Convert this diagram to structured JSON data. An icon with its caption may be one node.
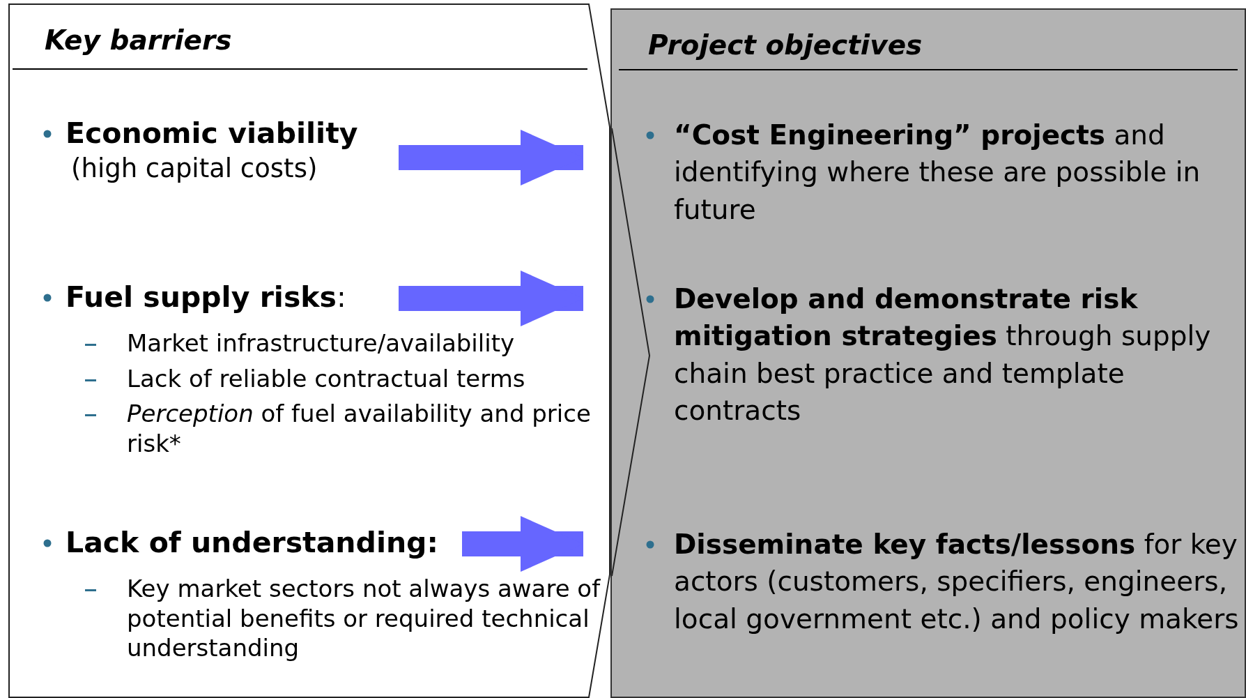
{
  "diagram": {
    "nodes": [
      {
        "text": [
          "Key barriers"
        ]
      },
      {
        "text": [
          "**Economic viability**",
          "(high capital costs)"
        ],
        "in": 0
      },
      {
        "text": [
          "**Fuel supply risks**:",
          "Market infrastructure/availability",
          "Lack of reliable contractual terms",
          "*Perception* of fuel availability and price risk*"
        ],
        "in": 0
      },
      {
        "text": [
          "**Lack of understanding:**",
          "Key market sectors not always aware of potential benefits or required technical understanding"
        ],
        "in": 0
      },
      {
        "text": [
          "Project objectives"
        ]
      },
      {
        "text": [
          "**“Cost Engineering” projects** and identifying where these are possible in future"
        ],
        "in": 4
      },
      {
        "text": [
          "**Develop and demonstrate risk mitigation strategies** through supply chain best practice and template contracts"
        ],
        "in": 4
      },
      {
        "text": [
          "**Disseminate key facts/lessons** for key actors (customers, specifiers, engineers, local government etc.) and policy makers"
        ],
        "in": 4
      }
    ],
    "edges": [
      {
        "from": 1,
        "to": 5,
        "arrow": "to"
      },
      {
        "from": 2,
        "to": 6,
        "arrow": "to"
      },
      {
        "from": 3,
        "to": 7,
        "arrow": "to"
      }
    ]
  }
}
